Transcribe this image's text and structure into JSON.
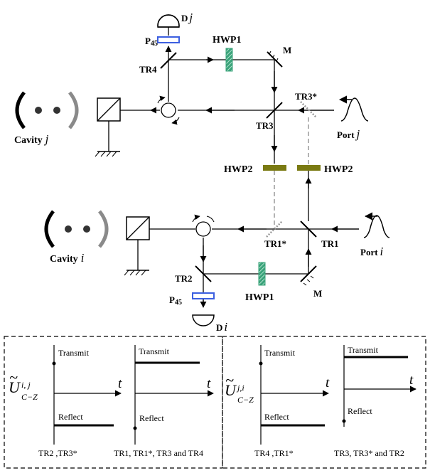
{
  "labels": {
    "dj": "D",
    "dj_sub": "j",
    "di": "D",
    "di_sub": "i",
    "p45_top": "P",
    "p45_top_sub": "45",
    "p45_bot": "P",
    "p45_bot_sub": "45",
    "hwp1_top": "HWP1",
    "hwp1_bot": "HWP1",
    "hwp2_left": "HWP2",
    "hwp2_right": "HWP2",
    "m_top": "M",
    "m_bot": "M",
    "tr4": "TR4",
    "tr3": "TR3",
    "tr3s": "TR3*",
    "tr2": "TR2",
    "tr1": "TR1",
    "tr1s": "TR1*",
    "port_j": "Port",
    "port_j_sub": "j",
    "port_i": "Port",
    "port_i_sub": "i",
    "cavity_j": "Cavity",
    "cavity_j_sub": "j",
    "cavity_i": "Cavity",
    "cavity_i_sub": "i"
  },
  "panels": {
    "left": {
      "operator": "U",
      "operator_sup": "i, j",
      "operator_sub": "C−Z",
      "col1": {
        "transmit": "Transmit",
        "reflect": "Reflect",
        "caption": "TR2 ,TR3*"
      },
      "col2": {
        "transmit": "Transmit",
        "reflect": "Reflect",
        "caption": "TR1, TR1*, TR3 and TR4"
      },
      "axis": "t"
    },
    "right": {
      "operator": "U",
      "operator_sup": "j,i",
      "operator_sub": "C−Z",
      "col1": {
        "transmit": "Transmit",
        "reflect": "Reflect",
        "caption": "TR4 ,TR1*"
      },
      "col2": {
        "transmit": "Transmit",
        "reflect": "Reflect",
        "caption": "TR3, TR3* and TR2"
      },
      "axis": "t"
    }
  },
  "colors": {
    "hwp1": "#3aa37a",
    "hwp2": "#7a7a12",
    "polarizer": "#3c5fe0",
    "cavity_mirror": "#8a8a8a",
    "dashed": "#9a9a9a"
  }
}
